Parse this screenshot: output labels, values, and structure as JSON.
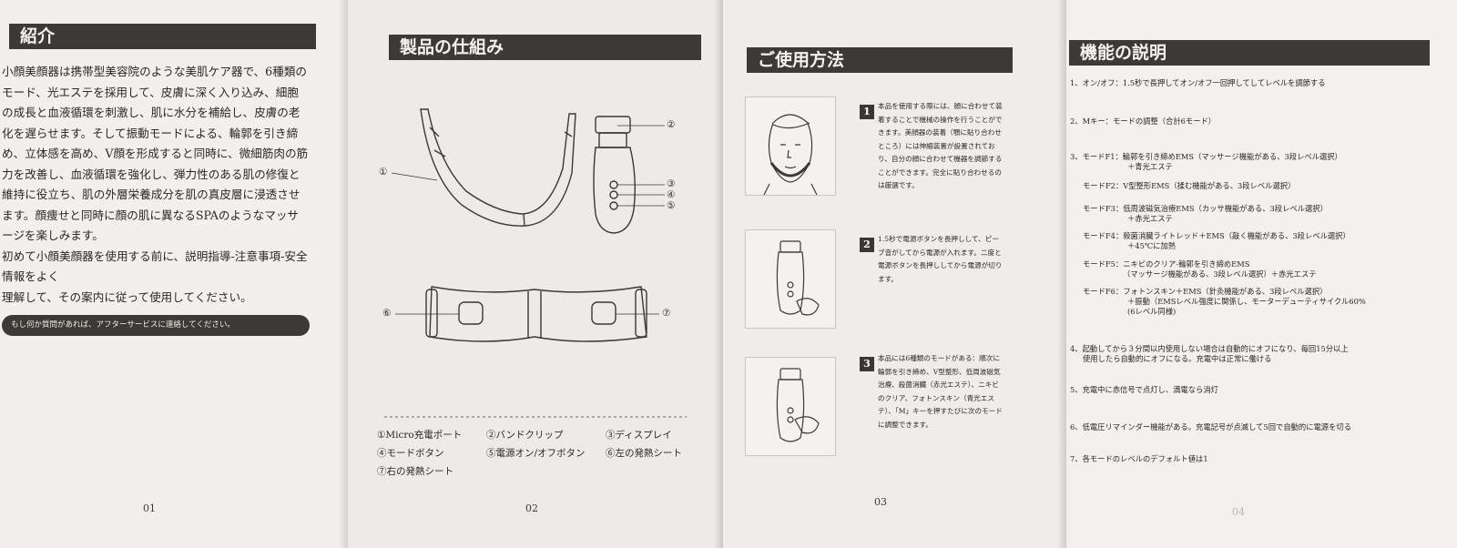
{
  "page1": {
    "heading": "紹介",
    "paragraph1": "小顔美顔器は携帯型美容院のような美肌ケア器で、6種類のモード、光エステを採用して、皮膚に深く入り込み、細胞の成長と血液循環を刺激し、肌に水分を補給し、皮膚の老化を遅らせます。そして振動モードによる、輪郭を引き締め、立体感を高め、V顔を形成すると同時に、微細筋肉の筋力を改善し、血液循環を強化し、弾力性のある肌の修復と維持に役立ち、肌の外層栄養成分を肌の真皮層に浸透させます。顔痩せと同時に顔の肌に異なるSPAのようなマッサージを楽しみます。",
    "paragraph2": "初めて小顔美顔器を使用する前に、説明指導-注意事項-安全情報をよく",
    "paragraph3": "理解して、その案内に従って使用してください。",
    "pill": "もし何か質問があれば、アフターサービスに連絡してください。",
    "page_number": "01"
  },
  "page2": {
    "heading": "製品の仕組み",
    "callouts": [
      "①",
      "②",
      "③",
      "④",
      "⑤",
      "⑥",
      "⑦"
    ],
    "legend": {
      "row1": [
        "①Micro充電ポート",
        "②バンドクリップ",
        "③ディスプレイ"
      ],
      "row2": [
        "④モードボタン",
        "⑤電源オン/オフボタン",
        "⑥左の発熱シート"
      ],
      "row3": [
        "⑦右の発熱シート"
      ]
    },
    "page_number": "02"
  },
  "page3": {
    "heading": "ご使用方法",
    "steps": [
      {
        "num": "1",
        "text": "本品を使用する際には、顔に合わせて装着することで機械の操作を行うことができます。美顔器の装着（顎に貼り合わせところ）には伸縮装置が設置されており、自分の顔に合わせて機器を調節することができます。完全に貼り合わせるのは厳選です。"
      },
      {
        "num": "2",
        "text": "1.5秒で電源ボタンを長押しして、ピーブ音がしてから電源が入れます。二度と電源ボタンを長押ししてから電源が切ります。"
      },
      {
        "num": "3",
        "text": "本品には6種類のモードがある：順次に輪郭を引き締め、V型整形、低周波磁気治療、殺菌消臓（赤光エステ）、ニキビのクリア、フォトンスキン（青光エステ）、「M」キーを押すたびに次のモードに調整できます。"
      }
    ],
    "page_number": "03"
  },
  "page4": {
    "heading": "機能の説明",
    "items": [
      "1、オン/オフ：1.5秒で長押してオン/オフ一回押してしてレベルを調節する",
      "2、Mキー：モードの調整（合計6モード）",
      "3、モードF1：輪郭を引き締めEMS（マッサージ機能がある、3段レベル選択）",
      "＋青光エステ",
      "モードF2：V型整形EMS（揉む機能がある、3段レベル選択）",
      "モードF3：低周波磁気治療EMS（カッサ機能がある、3段レベル選択）",
      "＋赤光エステ",
      "モードF4：殺菌消臓ライトレッド＋EMS（敲く機能がある、3段レベル選択）",
      "＋45℃に加熱",
      "モードF5：ニキビのクリア-輪郭を引き締めEMS",
      "（マッサージ機能がある、3段レベル選択）＋赤光エステ",
      "モードF6：フォトンスキン＋EMS（針灸機能がある、3段レベル選択）",
      "＋振動（EMSレベル強度に関係し、モーターデューティサイクル60%",
      "(6レベル同様)",
      "4、起動してから３分間以内使用しない場合は自動的にオフになり、毎回15分以上",
      "使用したら自動的にオフになる。充電中は正常に働ける",
      "5、充電中に赤信号で点灯し、満電なら消灯",
      "6、低電圧リマインダー機能がある。充電記号が点滅して5回で自動的に電源を切る",
      "7、各モードのレベルのデフォルト値は1"
    ],
    "page_number": "04"
  }
}
